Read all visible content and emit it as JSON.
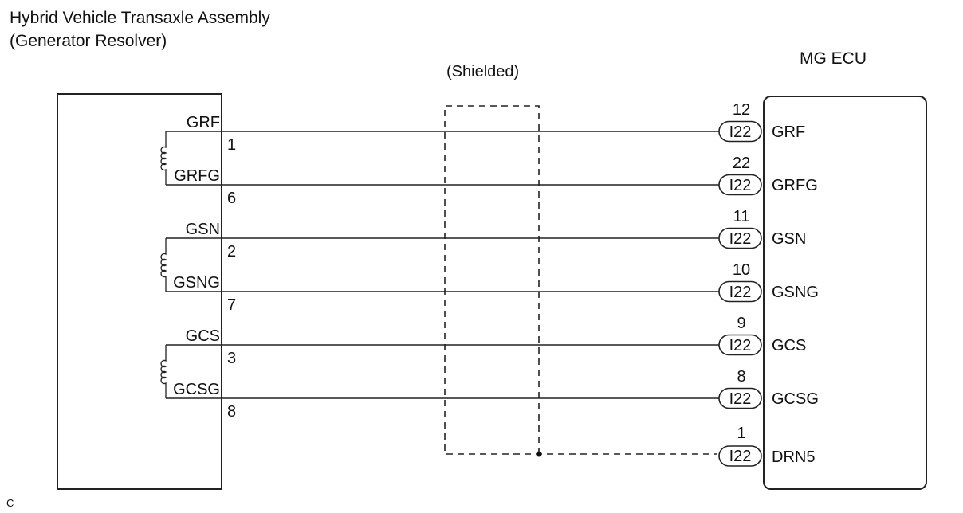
{
  "component_left": {
    "title_line1": "Hybrid Vehicle Transaxle Assembly",
    "title_line2": "(Generator Resolver)"
  },
  "component_right": {
    "title": "MG ECU"
  },
  "shield": {
    "label": "(Shielded)"
  },
  "connector_code": "I22",
  "wires": [
    {
      "left_label": "GRF",
      "left_pin": "1",
      "right_pin": "12",
      "right_label": "GRF"
    },
    {
      "left_label": "GRFG",
      "left_pin": "6",
      "right_pin": "22",
      "right_label": "GRFG"
    },
    {
      "left_label": "GSN",
      "left_pin": "2",
      "right_pin": "11",
      "right_label": "GSN"
    },
    {
      "left_label": "GSNG",
      "left_pin": "7",
      "right_pin": "10",
      "right_label": "GSNG"
    },
    {
      "left_label": "GCS",
      "left_pin": "3",
      "right_pin": "9",
      "right_label": "GCS"
    },
    {
      "left_label": "GCSG",
      "left_pin": "8",
      "right_pin": "8",
      "right_label": "GCSG"
    }
  ],
  "drain": {
    "right_pin": "1",
    "right_label": "DRN5"
  },
  "footer_mark": "C"
}
